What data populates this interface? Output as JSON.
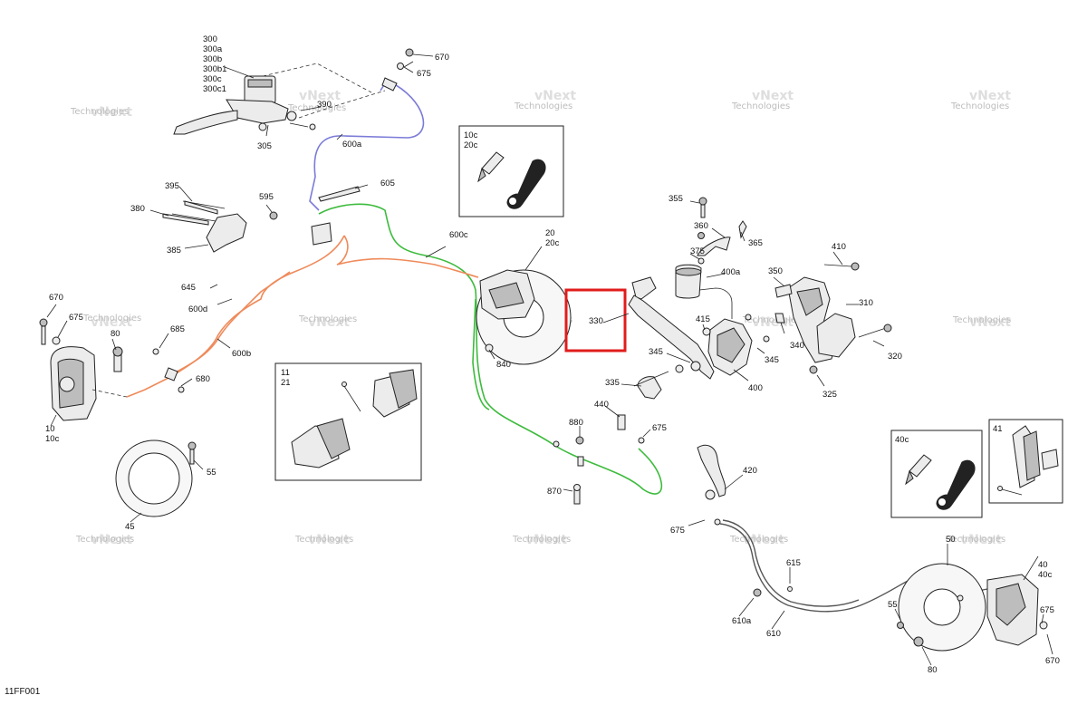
{
  "diagram_code": "11FF001",
  "highlight_callout": "330",
  "watermark": {
    "line1": "vNext",
    "line2": "Technologies"
  },
  "colors": {
    "highlight": "#e11c1c",
    "front_left_hose": "#7b7bd8",
    "front_hose": "#3dbb3d",
    "rear_left_hose": "#ef8a5a"
  },
  "callouts": {
    "c300": "300",
    "c300a": "300a",
    "c300b": "300b",
    "c300b1": "300b1",
    "c300c": "300c",
    "c300c1": "300c1",
    "c305": "305",
    "c390": "390",
    "c600a": "600a",
    "c670a": "670",
    "c675a": "675",
    "c395": "395",
    "c380": "380",
    "c385": "385",
    "c595": "595",
    "c605": "605",
    "c600c": "600c",
    "c20": "20",
    "c20c": "20c",
    "c645": "645",
    "c600d": "600d",
    "c670b": "670",
    "c675b": "675",
    "c80a": "80",
    "c685": "685",
    "c600b": "600b",
    "c680": "680",
    "c10": "10",
    "c10c": "10c",
    "c55a": "55",
    "c45": "45",
    "c840": "840",
    "c440": "440",
    "c880": "880",
    "c675c": "675",
    "c870": "870",
    "c355": "355",
    "c360": "360",
    "c365": "365",
    "c375": "375",
    "c400a": "400a",
    "c350": "350",
    "c410": "410",
    "c310": "310",
    "c415": "415",
    "c340": "340",
    "c345a": "345",
    "c345b": "345",
    "c320": "320",
    "c335": "335",
    "c400": "400",
    "c325": "325",
    "c420": "420",
    "c675d": "675",
    "c615": "615",
    "c610a": "610a",
    "c610": "610",
    "c55b": "55",
    "c50": "50",
    "c40": "40",
    "c40c": "40c",
    "c675e": "675",
    "c670c": "670",
    "c80b": "80"
  },
  "inset_boxes": {
    "kit_front_bleed": {
      "line1": "10c",
      "line2": "20c"
    },
    "kit_pads_front": {
      "line1": "11",
      "line2": "21"
    },
    "kit_rear_bleed": {
      "line1": "40c"
    },
    "kit_pads_rear": {
      "line1": "41"
    }
  }
}
